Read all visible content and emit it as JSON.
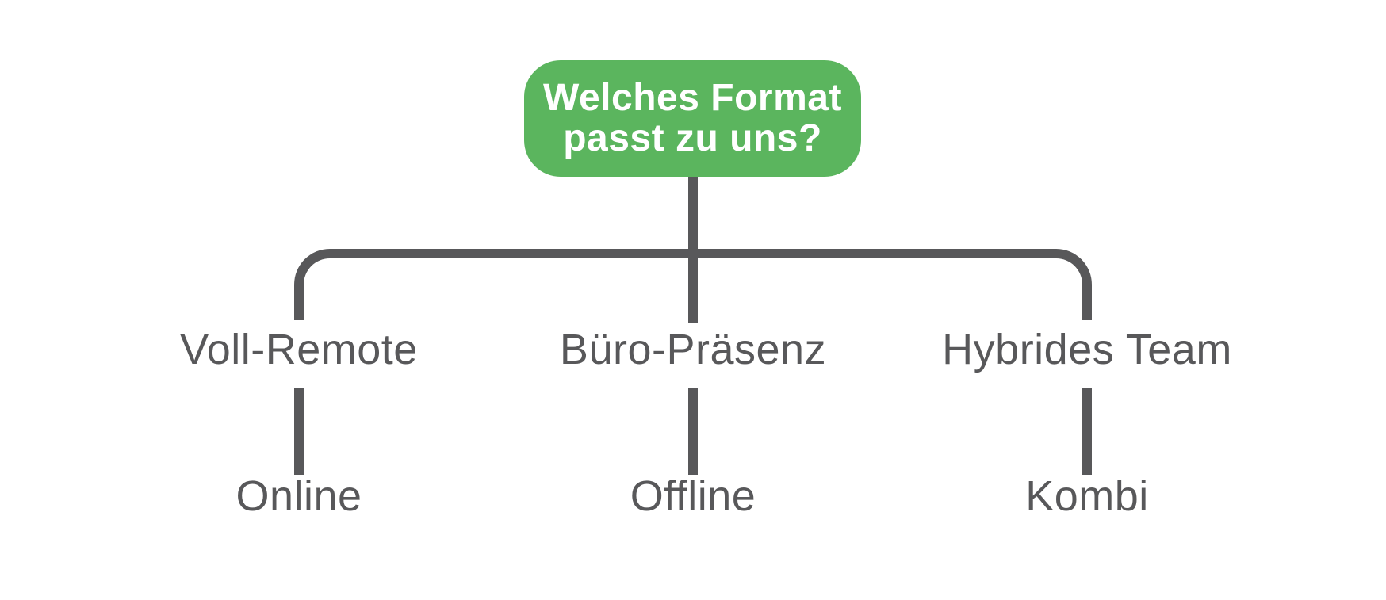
{
  "diagram": {
    "root": {
      "label": "Welches Format passt zu uns?",
      "line1": "Welches Format",
      "line2": "passt zu uns?"
    },
    "branches": [
      {
        "label": "Voll-Remote",
        "child": "Online"
      },
      {
        "label": "Büro-Präsenz",
        "child": "Offline"
      },
      {
        "label": "Hybrides Team",
        "child": "Kombi"
      }
    ],
    "colors": {
      "accent_green": "#5BB55E",
      "line_gray": "#58585A",
      "background": "#FFFFFF",
      "root_text": "#FFFFFF"
    }
  }
}
